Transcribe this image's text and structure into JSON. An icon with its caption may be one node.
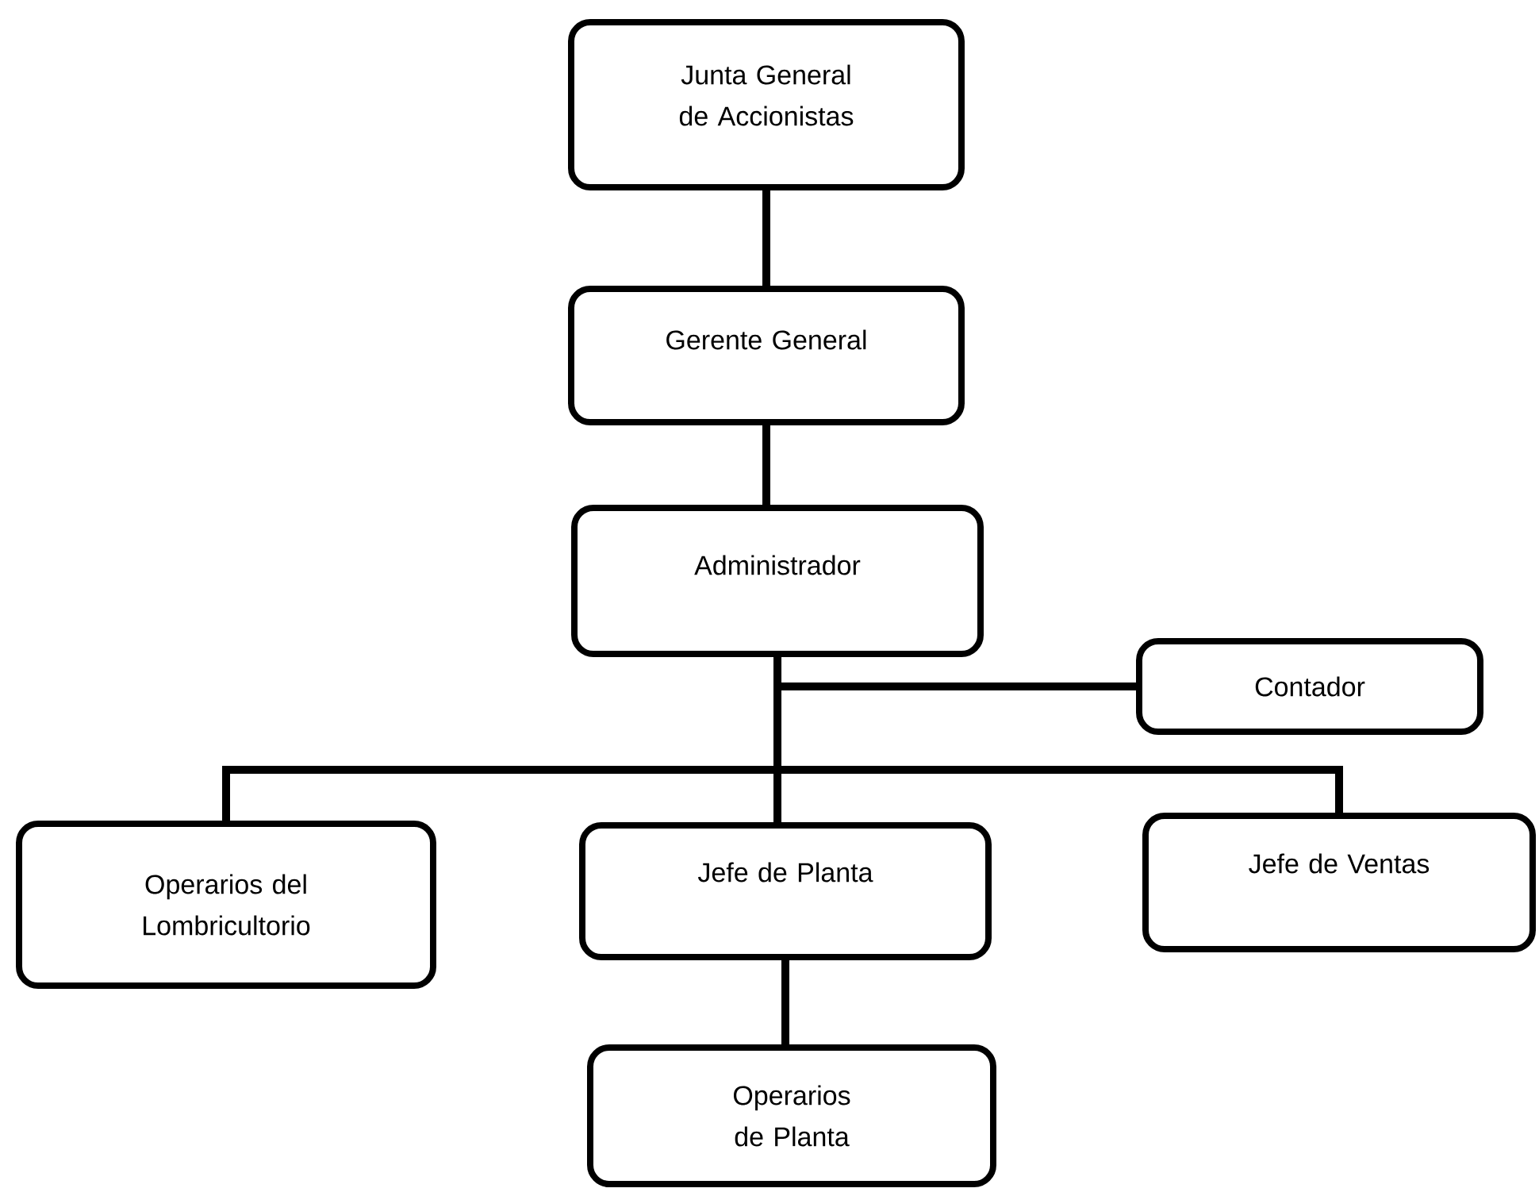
{
  "diagram": {
    "nodes": [
      {
        "text": [
          "Junta General de Accionistas"
        ]
      },
      {
        "text": [
          "Gerente General"
        ]
      },
      {
        "text": [
          "Administrador"
        ]
      },
      {
        "text": [
          "Contador"
        ]
      },
      {
        "text": [
          "Operarios del Lombricultorio"
        ]
      },
      {
        "text": [
          "Jefe de Planta"
        ]
      },
      {
        "text": [
          "Jefe de Ventas"
        ]
      },
      {
        "text": [
          "Operarios de Planta"
        ]
      }
    ],
    "edges": [
      {
        "from": 0,
        "to": 1,
        "arrow": "none"
      },
      {
        "from": 1,
        "to": 2,
        "arrow": "none"
      },
      {
        "from": 2,
        "to": 3,
        "arrow": "none"
      },
      {
        "from": 2,
        "to": 4,
        "arrow": "none"
      },
      {
        "from": 2,
        "to": 5,
        "arrow": "none"
      },
      {
        "from": 2,
        "to": 6,
        "arrow": "none"
      },
      {
        "from": 5,
        "to": 7,
        "arrow": "none"
      }
    ]
  }
}
